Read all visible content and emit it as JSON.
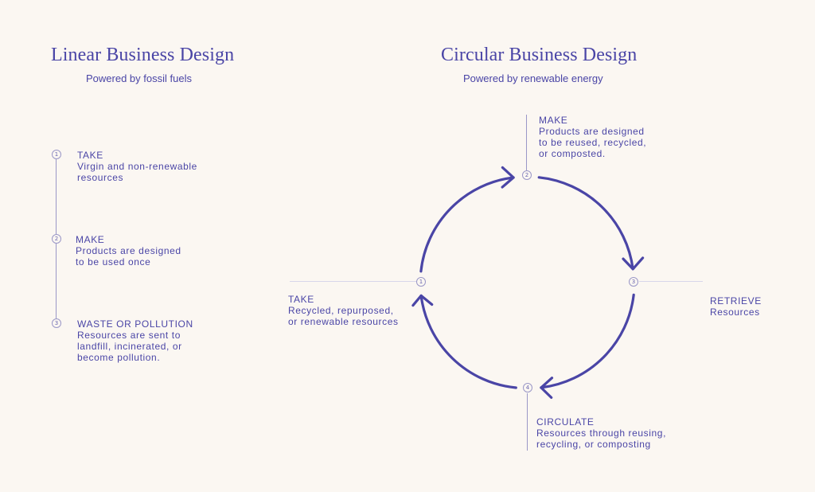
{
  "linear": {
    "title": "Linear Business Design",
    "subtitle": "Powered by fossil fuels",
    "steps": [
      {
        "num": "1",
        "heading": "TAKE",
        "lines": [
          "Virgin and non-renewable",
          "resources"
        ]
      },
      {
        "num": "2",
        "heading": "MAKE",
        "lines": [
          "Products are designed",
          "to be used once"
        ]
      },
      {
        "num": "3",
        "heading": "WASTE OR POLLUTION",
        "lines": [
          "Resources are sent to",
          "landfill, incinerated, or",
          "become pollution."
        ]
      }
    ]
  },
  "circular": {
    "title": "Circular Business Design",
    "subtitle": "Powered by renewable energy",
    "steps": [
      {
        "num": "1",
        "heading": "TAKE",
        "lines": [
          "Recycled, repurposed,",
          "or renewable resources"
        ]
      },
      {
        "num": "2",
        "heading": "MAKE",
        "lines": [
          "Products are designed",
          "to be reused, recycled,",
          "or composted."
        ]
      },
      {
        "num": "3",
        "heading": "RETRIEVE",
        "lines": [
          "Resources"
        ]
      },
      {
        "num": "4",
        "heading": "CIRCULATE",
        "lines": [
          "Resources through reusing,",
          "recycling, or composting"
        ]
      }
    ]
  },
  "colors": {
    "background": "#FBF7F2",
    "accent": "#4A45A6",
    "line": "#9A97C7"
  }
}
